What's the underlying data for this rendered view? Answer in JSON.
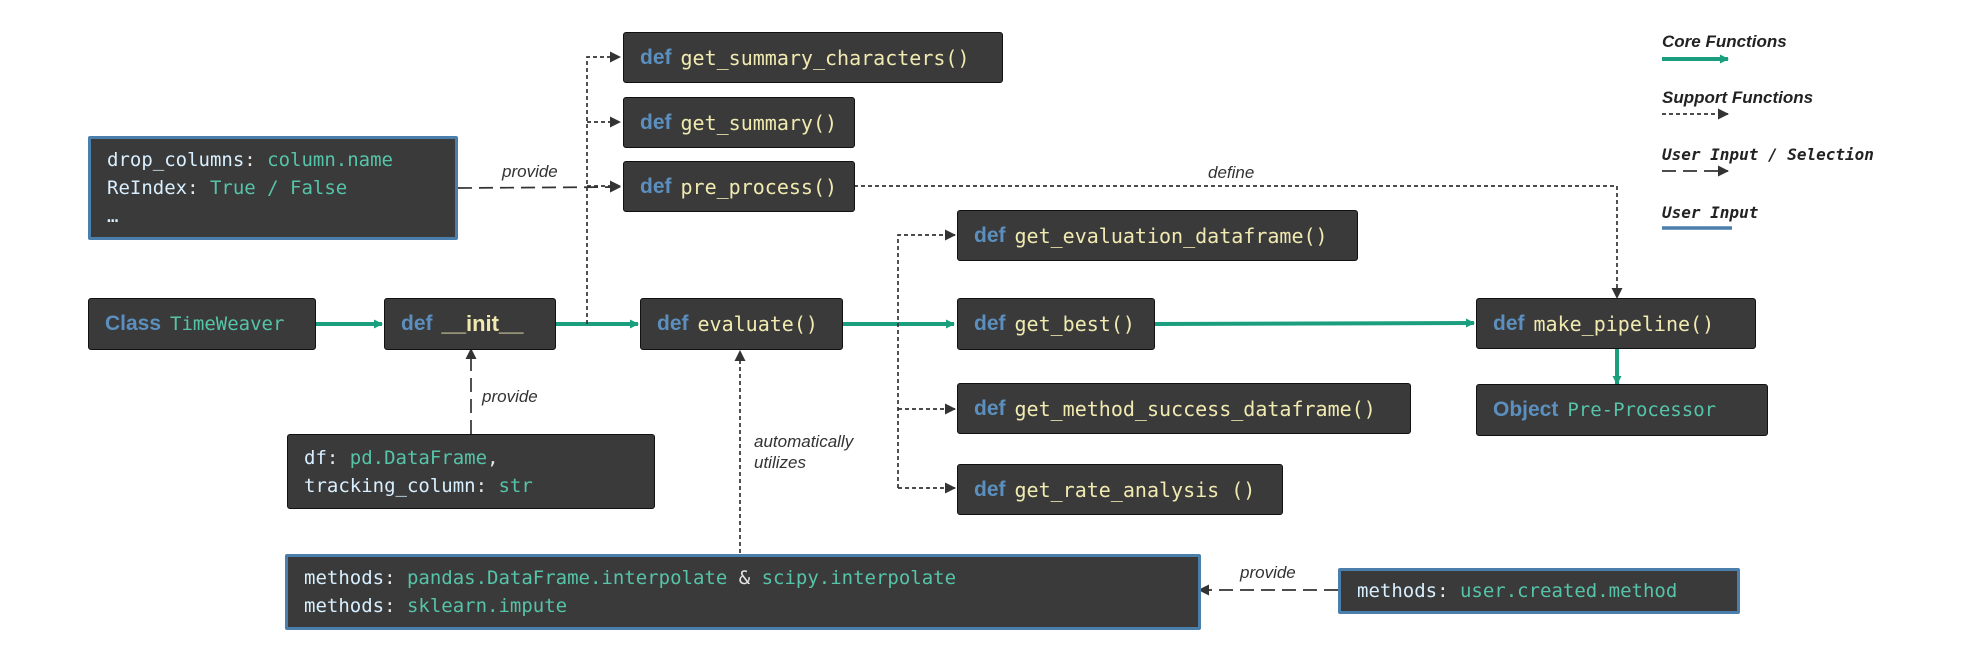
{
  "legend": {
    "core": "Core Functions",
    "support": "Support Functions",
    "user_selection": "User Input / Selection",
    "user_input": "User Input"
  },
  "boxes": {
    "summary_characters": {
      "kw": "def",
      "name": "get_summary_characters()"
    },
    "summary": {
      "kw": "def",
      "name": "get_summary()"
    },
    "pre_process": {
      "kw": "def",
      "name": "pre_process()"
    },
    "class_tw": {
      "kw": "Class",
      "name": "TimeWeaver"
    },
    "init": {
      "kw": "def",
      "name": "__init__"
    },
    "evaluate": {
      "kw": "def",
      "name": "evaluate()"
    },
    "eval_df": {
      "kw": "def",
      "name": "get_evaluation_dataframe()"
    },
    "best": {
      "kw": "def",
      "name": "get_best()"
    },
    "method_success": {
      "kw": "def",
      "name": "get_method_success_dataframe()"
    },
    "rate": {
      "kw": "def",
      "name": "get_rate_analysis ()"
    },
    "pipeline": {
      "kw": "def",
      "name": "make_pipeline()"
    },
    "preproc": {
      "kw": "Object",
      "name": "Pre-Processor"
    }
  },
  "inputs": {
    "drop": {
      "l1_key": "drop_columns",
      "l1_sep": ": ",
      "l1_val": "column.name",
      "l2_key": "ReIndex",
      "l2_sep": ": ",
      "l2_val": "True / False",
      "l3": "…"
    },
    "df": {
      "l1_key": "df",
      "l1_sep": ": ",
      "l1_val": "pd.DataFrame",
      "l1_end": ",",
      "l2_key": "tracking_column",
      "l2_sep": ": ",
      "l2_val": "str"
    },
    "methods": {
      "l1_key": "methods",
      "l1_sep": ": ",
      "l1_val": "pandas.DataFrame.interpolate",
      "l1_amp": " & ",
      "l1_val2": "scipy.interpolate",
      "l2_key": "methods",
      "l2_sep": ": ",
      "l2_val": "sklearn.impute"
    },
    "user_method": {
      "key": "methods",
      "sep": ": ",
      "val": "user.created.method"
    }
  },
  "labels": {
    "provide_top": "provide",
    "define": "define",
    "provide_mid": "provide",
    "auto_1": "automatically",
    "auto_2": "utilizes",
    "provide_bottom": "provide"
  },
  "colors": {
    "core": "#1a9e7e",
    "support": "#333333",
    "user_input": "#4a7fab",
    "box_fill": "#3a3a3a",
    "keyword": "#5b8fbf",
    "function_text": "#f1eab0",
    "value_text": "#55c4a8"
  }
}
